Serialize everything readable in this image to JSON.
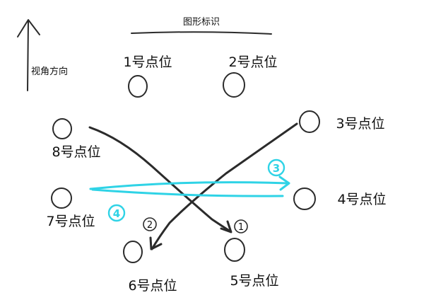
{
  "title": "图形标识",
  "view_direction": "视角方向",
  "points": [
    {
      "label": "1号点位"
    },
    {
      "label": "2号点位"
    },
    {
      "label": "3号点位"
    },
    {
      "label": "4号点位"
    },
    {
      "label": "5号点位"
    },
    {
      "label": "6号点位"
    },
    {
      "label": "7号点位"
    },
    {
      "label": "8号点位"
    }
  ],
  "moves": [
    {
      "step": "1",
      "from": "8号点位",
      "to": "5号点位"
    },
    {
      "step": "2",
      "from": "3号点位",
      "to": "6号点位"
    },
    {
      "step": "3",
      "from": "7号点位",
      "to": "4号点位"
    },
    {
      "step": "4",
      "from": "4号点位",
      "to": "7号点位"
    }
  ],
  "colors": {
    "ink": "#2b2b2b",
    "cyan": "#2fd3e6"
  }
}
